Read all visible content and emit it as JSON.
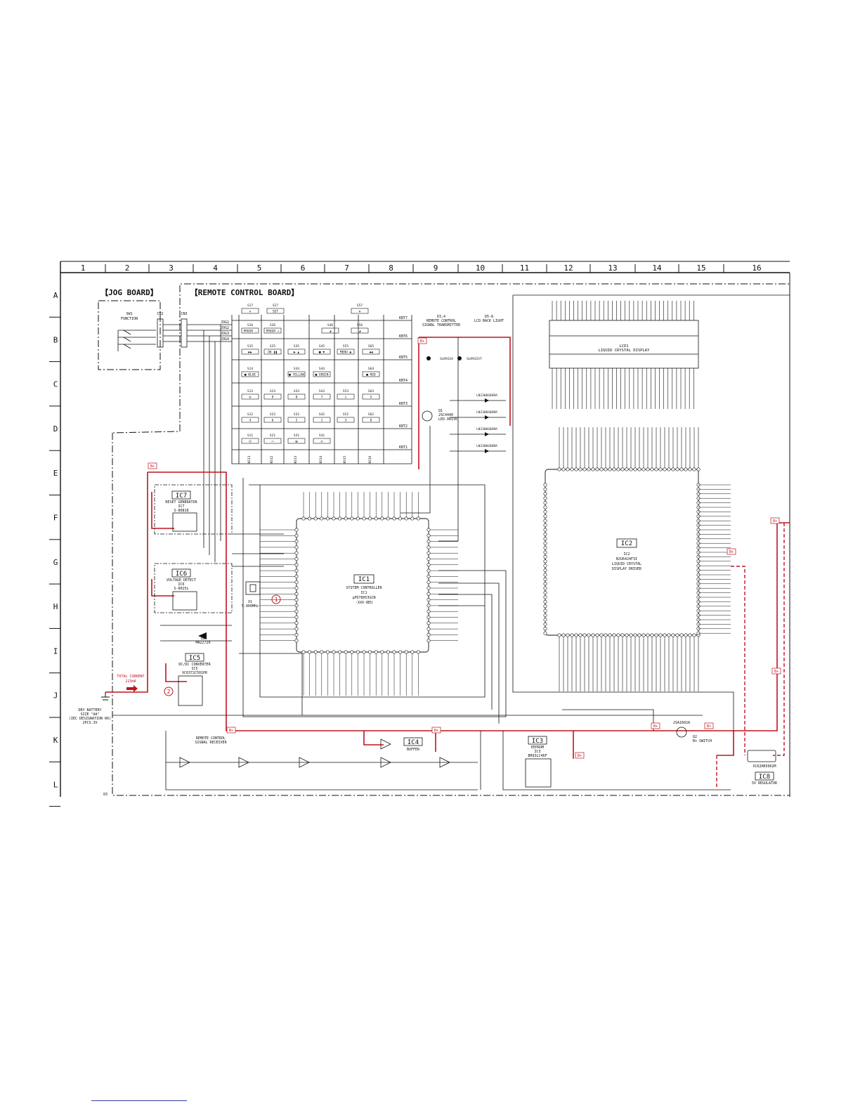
{
  "grid": {
    "columns": [
      "1",
      "2",
      "3",
      "4",
      "5",
      "6",
      "7",
      "8",
      "9",
      "10",
      "11",
      "12",
      "13",
      "14",
      "15",
      "16"
    ],
    "rows": [
      "A",
      "B",
      "C",
      "D",
      "E",
      "F",
      "G",
      "H",
      "I",
      "J",
      "K",
      "L"
    ]
  },
  "boards": {
    "jog": "【JOG BOARD】",
    "remote": "【REMOTE CONTROL BOARD】"
  },
  "ics": {
    "ic1": {
      "tag": "IC1",
      "title": "SYSTEM CONTROLLER",
      "ref": "IC1",
      "part": "μPD78053GCN",
      "pkg": "-XXX-8EU"
    },
    "ic2": {
      "tag": "IC2",
      "ref": "IC2",
      "part": "NJU6424F3I",
      "title1": "LIQUID CRYSTAL",
      "title2": "DISPLAY DRIVER"
    },
    "ic3": {
      "tag": "IC3",
      "title": "EEPROM",
      "ref": "IC3",
      "part": "BR93LC46F"
    },
    "ic4": {
      "tag": "IC4",
      "title": "BUFFER"
    },
    "ic5": {
      "tag": "IC5",
      "title": "DC/DC CONVERTER",
      "ref": "IC5",
      "part": "XC6372C501PR"
    },
    "ic6": {
      "tag": "IC6",
      "title": "VOLTAGE DETECT",
      "ref": "IC6",
      "part": "S-8025L"
    },
    "ic7": {
      "tag": "IC7",
      "title": "RESET GENERATOR",
      "ref": "IC7",
      "part": "S-80818"
    },
    "ic8": {
      "tag": "IC8",
      "title": "5V REGULATOR",
      "ref": "IC8",
      "part": "XC62HR5002M"
    }
  },
  "lcd": {
    "ref": "LCD1",
    "title": "LIQUID CRYSTAL DISPLAY"
  },
  "labels": {
    "sw1": "SW1",
    "sw1_name": "FUNCTION",
    "cn2": "CN2",
    "cn3": "CN3",
    "jog_signals": [
      "JOG1",
      "JOG2",
      "JOG3",
      "JOG4"
    ],
    "kbt_rows": [
      "KBT7",
      "KBT6",
      "KBT5",
      "KBT4",
      "KBT3",
      "KBT2",
      "KBT1"
    ],
    "ks_cols": [
      "KS11",
      "KS12",
      "KS13",
      "KS14",
      "KS15",
      "KS16"
    ],
    "d1_caption1": "REMOTE CONTROL",
    "d1_caption2": "SIGNAL RECEIVER",
    "d5_caption1": "REMOTE CONTROL",
    "d5_caption2": "SIGNAL TRANSMITTER",
    "d5_ref": "D3,4",
    "d6_caption": "LCD BACK LIGHT",
    "d6_ref": "D5-8",
    "q1": "Q1",
    "q1_part": "2SC4440",
    "q1_caption": "LED DRIVE",
    "q2": "Q2",
    "q2_part": "2SA1602A",
    "q2_caption": "B+ SWITCH",
    "x1": "X1",
    "x1_freq": "5.000MHz",
    "d2": "D2",
    "d2_part": "MA2Z720",
    "battery1": "DRY BATTERY",
    "battery2": "SIZE \"AA\"",
    "battery3": "(IEC DESIGNATION R6)",
    "battery4": "2PCS.3V",
    "current1": "TOTAL CURRENT",
    "current2": "223mA",
    "bplus": "B+",
    "gnd_ref": "03",
    "circle1": "1",
    "circle2": "2",
    "led_part": "LNJ306G8URA",
    "led_part2": "SLR931A",
    "led_part3": "SLR932ST"
  },
  "keys": [
    {
      "ref": "S17",
      "name": "⊙"
    },
    {
      "ref": "S27",
      "name": "SET"
    },
    {
      "ref": "S57",
      "name": "⊗"
    },
    {
      "ref": "S16",
      "name": "PROGR -"
    },
    {
      "ref": "S26",
      "name": "PROGR +"
    },
    {
      "ref": "S46",
      "name": "◢"
    },
    {
      "ref": "S56",
      "name": "◢"
    },
    {
      "ref": "S15",
      "name": "▶▶"
    },
    {
      "ref": "S25",
      "name": "OK ❚❚"
    },
    {
      "ref": "S35",
      "name": "▶ ▲"
    },
    {
      "ref": "S45",
      "name": "■ ▼"
    },
    {
      "ref": "S55",
      "name": "MENU ◉"
    },
    {
      "ref": "S65",
      "name": "◀◀"
    },
    {
      "ref": "S14",
      "name": "■ BLUE"
    },
    {
      "ref": "S34",
      "name": "■ YELLOW"
    },
    {
      "ref": "S44",
      "name": "■ GREEN"
    },
    {
      "ref": "S64",
      "name": "■ RED"
    },
    {
      "ref": "S13",
      "name": "⊞"
    },
    {
      "ref": "S23",
      "name": "9"
    },
    {
      "ref": "S33",
      "name": "8"
    },
    {
      "ref": "S43",
      "name": "7"
    },
    {
      "ref": "S53",
      "name": "i"
    },
    {
      "ref": "S63",
      "name": "5"
    },
    {
      "ref": "S12",
      "name": "4"
    },
    {
      "ref": "S22",
      "name": "6"
    },
    {
      "ref": "S32",
      "name": "2"
    },
    {
      "ref": "S42",
      "name": "1"
    },
    {
      "ref": "S52",
      "name": "3"
    },
    {
      "ref": "S62",
      "name": "0"
    },
    {
      "ref": "S11",
      "name": "⏻"
    },
    {
      "ref": "S21",
      "name": "▭"
    },
    {
      "ref": "S31",
      "name": "▤"
    },
    {
      "ref": "S41",
      "name": "⊟"
    }
  ],
  "colors": {
    "signal_path": "#c0141e",
    "wire": "#111111",
    "footer_link": "#2b3fa8"
  }
}
